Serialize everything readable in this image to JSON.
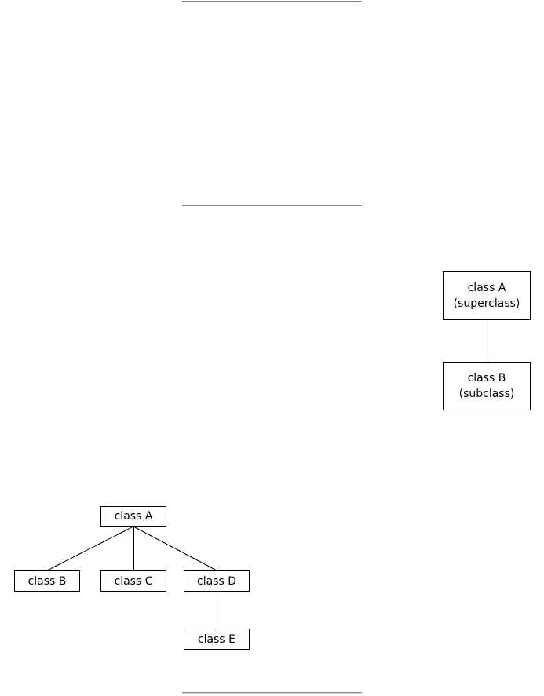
{
  "diagram_simple": {
    "superclass": {
      "line1": "class A",
      "line2": "(superclass)"
    },
    "subclass": {
      "line1": "class B",
      "line2": "(subclass)"
    }
  },
  "diagram_tree": {
    "root": "class A",
    "children": [
      "class B",
      "class C",
      "class D"
    ],
    "grandchild": "class E"
  },
  "colors": {
    "stroke": "#000000",
    "rule": "#8a8a8a",
    "background": "#ffffff"
  }
}
